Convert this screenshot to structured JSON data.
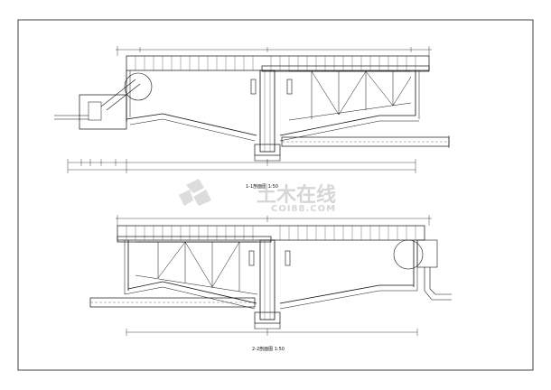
{
  "sections": [
    {
      "id": "top",
      "caption": "1-1剖面图 1:50"
    },
    {
      "id": "bottom",
      "caption": "2-2剖面图 1:50"
    }
  ],
  "watermark": {
    "main": "土木在线",
    "sub": "COI88.COM"
  },
  "colors": {
    "ink": "#111111",
    "watermark": "#d6d6d6",
    "paper": "#ffffff"
  }
}
